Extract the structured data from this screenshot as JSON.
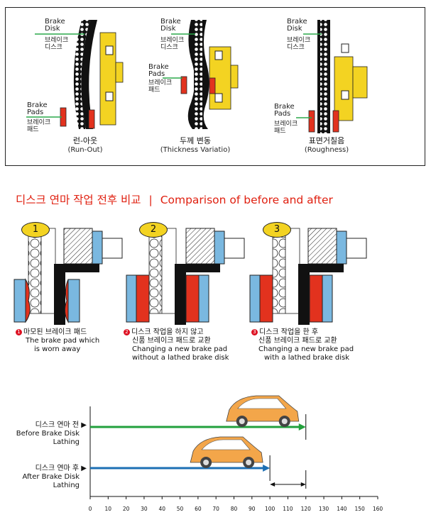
{
  "top_panel": {
    "diagrams": [
      {
        "disk_en": [
          "Brake",
          "Disk"
        ],
        "disk_kr": [
          "브레이크",
          "디스크"
        ],
        "pads_en": [
          "Brake",
          "Pads"
        ],
        "pads_kr": [
          "브레이크",
          "패드"
        ],
        "title_kr": "런-아웃",
        "title_en": "(Run-Out)"
      },
      {
        "disk_en": [
          "Brake",
          "Disk"
        ],
        "disk_kr": [
          "브레이크",
          "디스크"
        ],
        "pads_en": [
          "Brake",
          "Pads"
        ],
        "pads_kr": [
          "브레이크",
          "패드"
        ],
        "title_kr": "두께  변동",
        "title_en": "(Thickness Variatio)"
      },
      {
        "disk_en": [
          "Brake",
          "Disk"
        ],
        "disk_kr": [
          "브레이크",
          "디스크"
        ],
        "pads_en": [
          "Brake",
          "Pads"
        ],
        "pads_kr": [
          "브레이크",
          "패드"
        ],
        "title_kr": "표면거칠음",
        "title_en": "(Roughness)"
      }
    ]
  },
  "comparison": {
    "heading_kr": "디스크 연마 작업 전후 비교",
    "heading_sep": "|",
    "heading_en": "Comparison of before and after",
    "steps": [
      {
        "number": "1",
        "bullet": "1",
        "kr": "마모된 브레이크 패드",
        "en": [
          "The brake pad which",
          "is worn away"
        ]
      },
      {
        "number": "2",
        "bullet": "2",
        "kr": [
          "디스크 작업을 하지  않고",
          "신품  브레이크 패드로 교환"
        ],
        "en": [
          "Changing  a new  brake pad",
          "without a lathed brake  disk"
        ]
      },
      {
        "number": "3",
        "bullet": "3",
        "kr": [
          "디스크 작업을 한 후",
          "신품  브레이크 패드로 교환"
        ],
        "en": [
          "Changing  a new  brake  pad",
          "with  a lathed brake  disk"
        ]
      }
    ]
  },
  "stopping_chart": {
    "rows": [
      {
        "kr": "디스크 연마 전",
        "en": [
          "Before Brake Disk",
          "Lathing"
        ],
        "value": 120,
        "color": "#22a03c"
      },
      {
        "kr": "디스크 연마 후",
        "en": [
          "After Brake Disk",
          "Lathing"
        ],
        "value": 100,
        "color": "#1c6fb4"
      }
    ],
    "ticks": [
      "0",
      "10",
      "20",
      "30",
      "40",
      "50",
      "60",
      "70",
      "80",
      "90",
      "100",
      "110",
      "120",
      "130",
      "140",
      "150",
      "160"
    ],
    "xlim": [
      0,
      160
    ],
    "colors": {
      "car": "#f3a64a",
      "pad": "#e2321e",
      "caliper": "#f3d322",
      "disk_green": "#2aa84a",
      "blue": "#7ab8e0"
    }
  }
}
